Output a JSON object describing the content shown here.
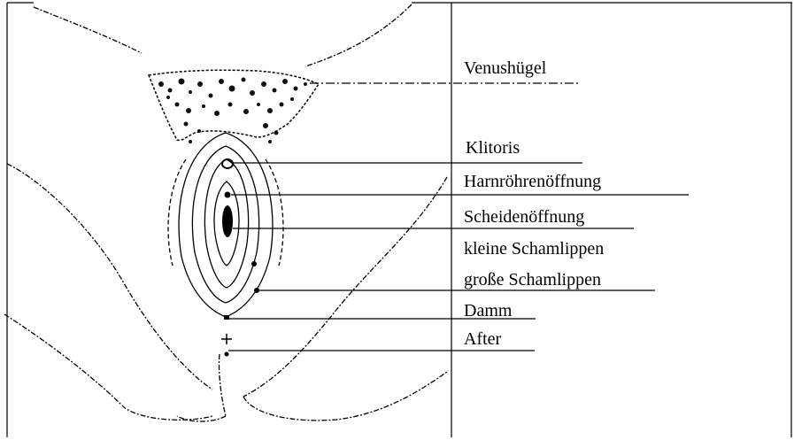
{
  "labels": {
    "venushuegel": "Venushügel",
    "klitoris": "Klitoris",
    "harnroehrenoeffnung": "Harnröhrenöffnung",
    "scheidenoeffnung": "Scheidenöffnung",
    "kleine_schamlippen": "kleine Schamlippen",
    "grosse_schamlippen": "große Schamlippen",
    "damm": "Damm",
    "after": "After"
  },
  "colors": {
    "ink": "#000000",
    "background": "#ffffff"
  }
}
